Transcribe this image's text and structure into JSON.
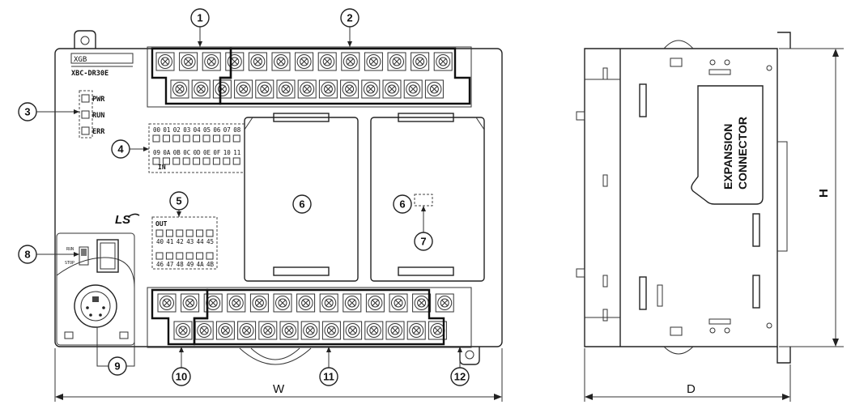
{
  "front": {
    "model_box": "XGB",
    "model_name": "XBC-DR30E",
    "led_labels": [
      "PWR",
      "RUN",
      "ERR"
    ],
    "in_row1": [
      "00",
      "01",
      "02",
      "03",
      "04",
      "05",
      "06",
      "07",
      "08"
    ],
    "in_row2": [
      "09",
      "0A",
      "0B",
      "0C",
      "0D",
      "0E",
      "0F",
      "10",
      "11"
    ],
    "in_label": "IN",
    "out_label": "OUT",
    "out_row1": [
      "40",
      "41",
      "42",
      "43",
      "44",
      "45"
    ],
    "out_row2": [
      "46",
      "47",
      "48",
      "49",
      "4A",
      "4B"
    ],
    "logo": "LS",
    "switch_run": "RUN",
    "switch_stop": "STOP"
  },
  "side": {
    "connector_line1": "EXPANSION",
    "connector_line2": "CONNECTOR"
  },
  "callouts": [
    "1",
    "2",
    "3",
    "4",
    "5",
    "6",
    "6",
    "7",
    "8",
    "9",
    "10",
    "11",
    "12"
  ],
  "dimensions": {
    "width": "W",
    "height": "H",
    "depth": "D"
  },
  "colors": {
    "line": "#222222",
    "background": "#ffffff"
  }
}
